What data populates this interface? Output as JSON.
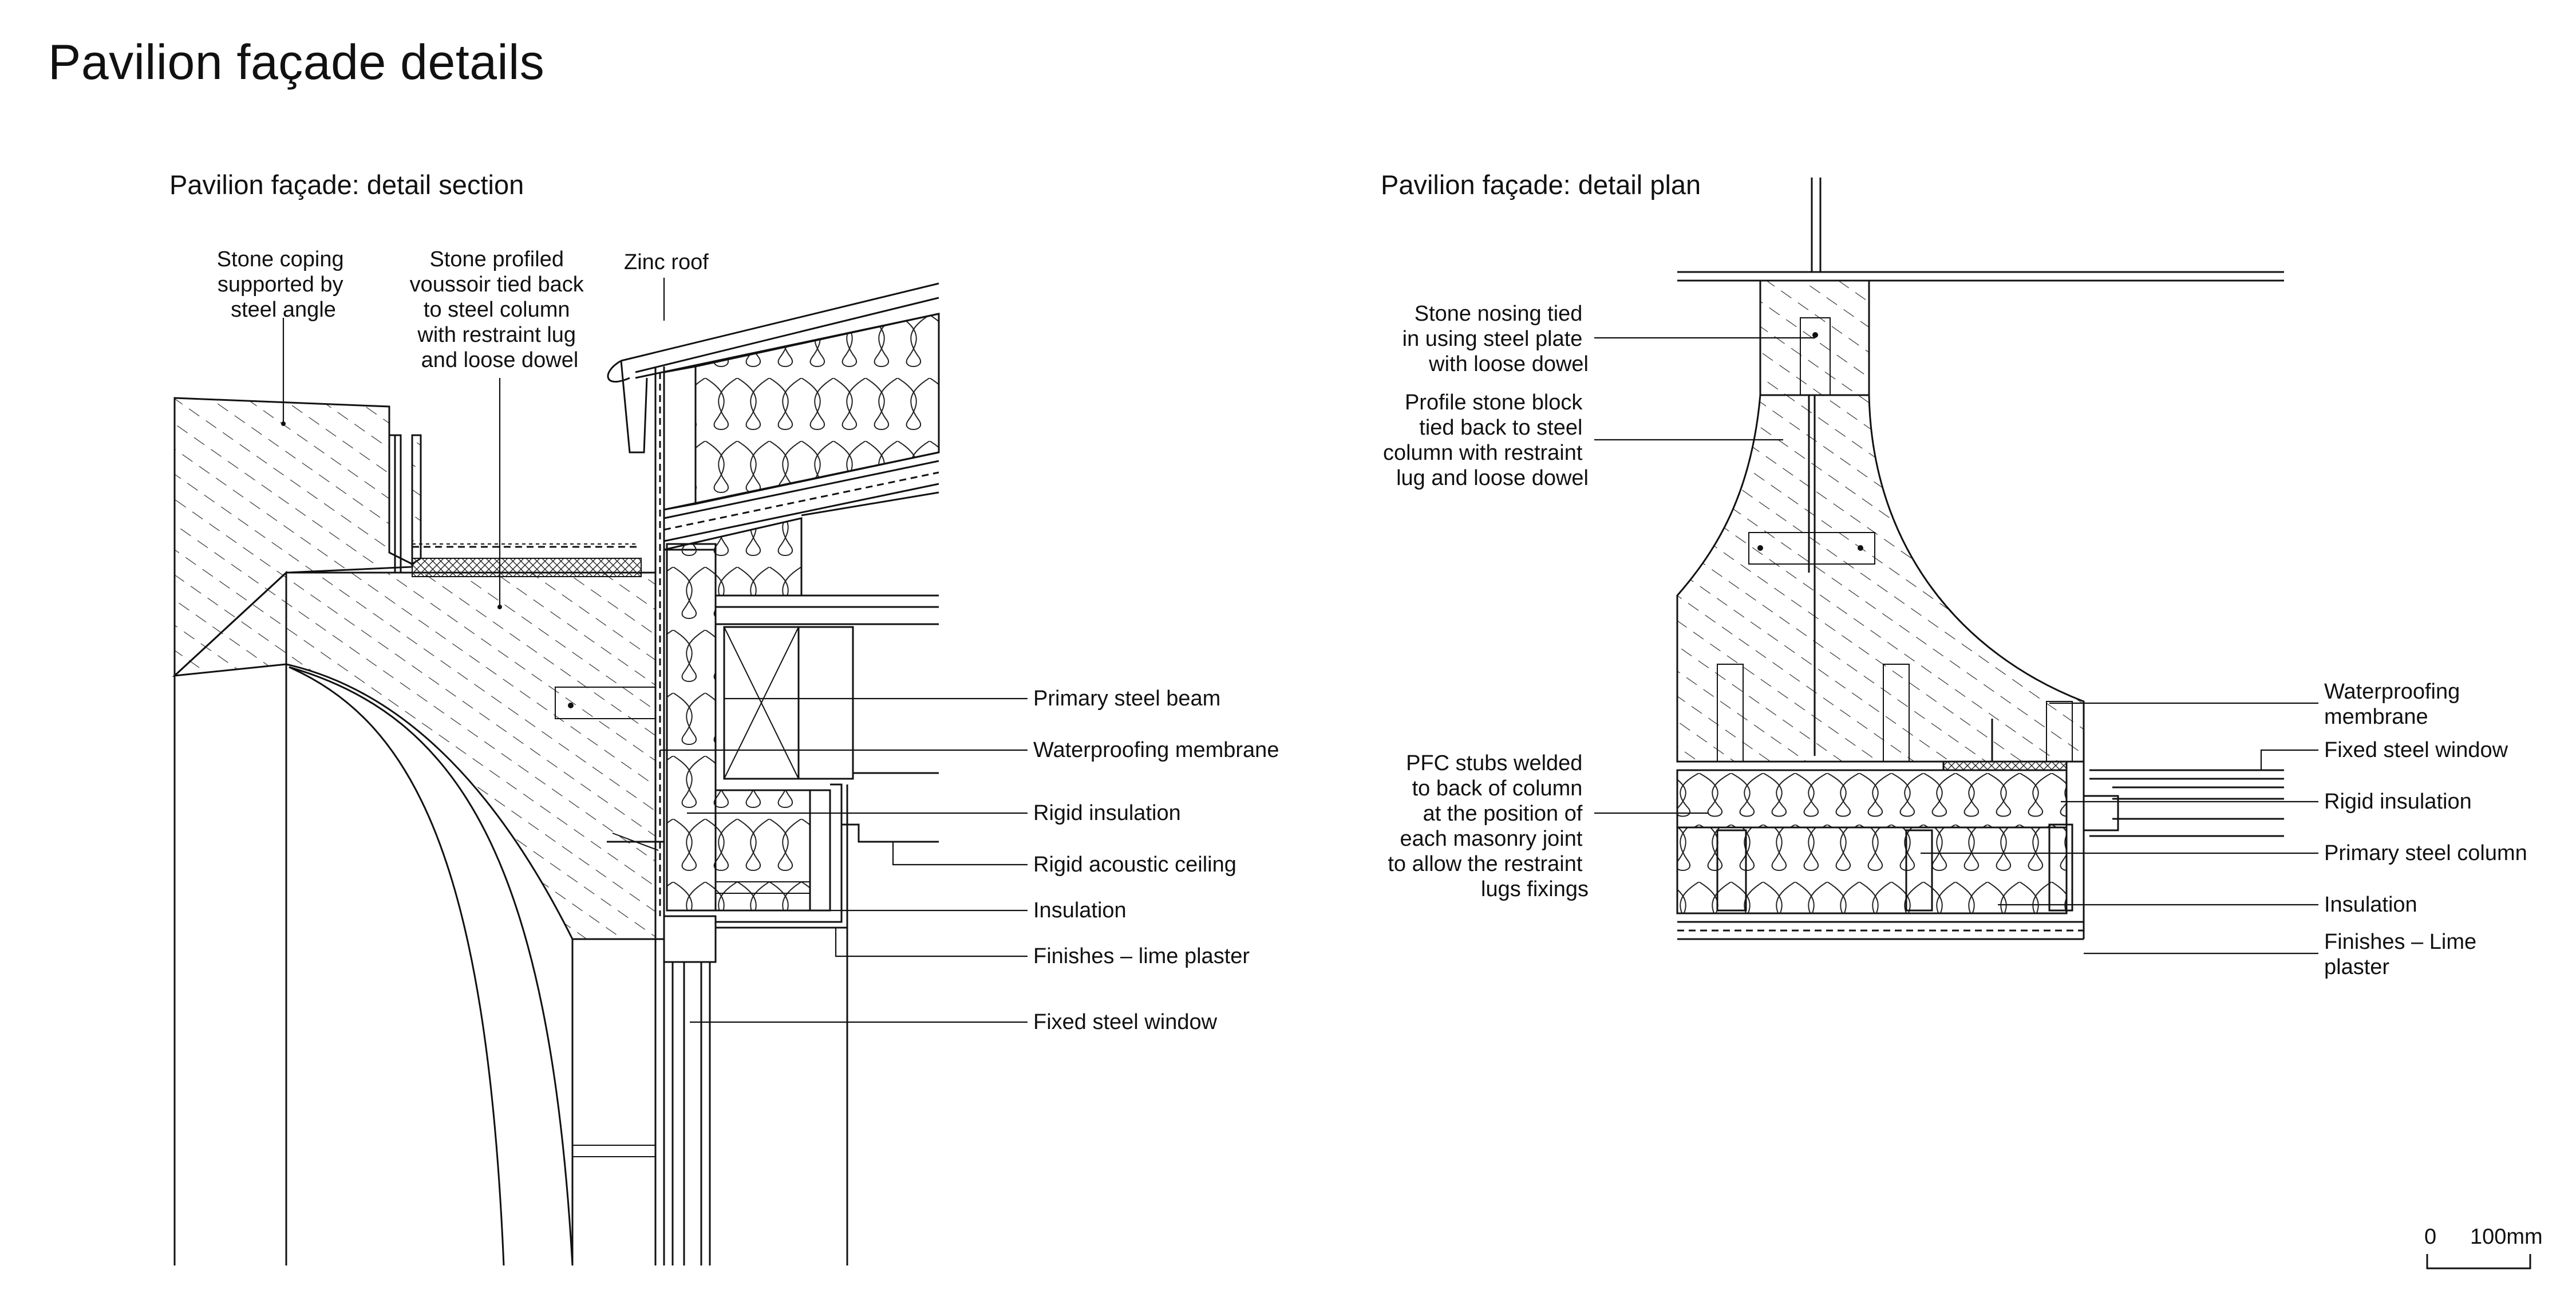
{
  "page_title": "Pavilion façade details",
  "section": {
    "title": "Pavilion façade: detail section",
    "labels": {
      "stone_coping": [
        "Stone coping",
        "supported by",
        "steel angle"
      ],
      "stone_voussoir": [
        "Stone profiled",
        "voussoir tied back",
        "to steel column",
        "with restraint lug",
        "and loose dowel"
      ],
      "zinc_roof": [
        "Zinc roof"
      ],
      "primary_steel_beam": "Primary steel beam",
      "waterproofing_membrane": "Waterproofing membrane",
      "rigid_insulation": "Rigid insulation",
      "rigid_acoustic_ceiling": "Rigid acoustic ceiling",
      "insulation": "Insulation",
      "finishes": "Finishes – lime plaster",
      "fixed_steel_window": "Fixed steel window"
    }
  },
  "plan": {
    "title": "Pavilion façade: detail plan",
    "labels": {
      "stone_nosing": [
        "Stone nosing tied",
        "in using steel plate",
        "with loose dowel"
      ],
      "profile_stone_block": [
        "Profile stone block",
        "tied back to steel",
        "column with restraint",
        "lug and loose dowel"
      ],
      "pfc_stubs": [
        "PFC stubs welded",
        "to back of column",
        "at the position of",
        "each masonry joint",
        "to allow the restraint",
        "lugs fixings"
      ],
      "waterproofing_membrane": [
        "Waterproofing",
        "membrane"
      ],
      "fixed_steel_window": "Fixed steel window",
      "rigid_insulation": "Rigid insulation",
      "primary_steel_column": "Primary steel column",
      "insulation": "Insulation",
      "finishes": [
        "Finishes – Lime",
        "plaster"
      ]
    }
  },
  "scale_bar": {
    "start_label": "0",
    "end_label": "100mm"
  }
}
